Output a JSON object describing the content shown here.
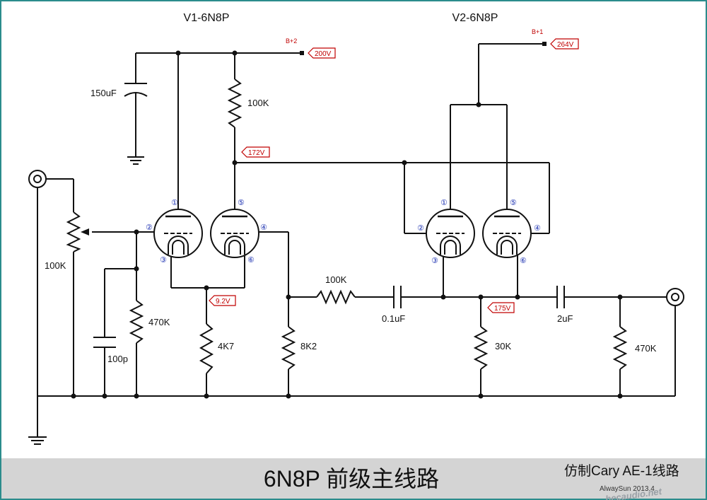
{
  "tubes": {
    "v1": "V1-6N8P",
    "v2": "V2-6N8P"
  },
  "pins": {
    "p1": "①",
    "p2": "②",
    "p3": "③",
    "p4": "④",
    "p5": "⑤",
    "p6": "⑥"
  },
  "rails": {
    "b2_label": "B+2",
    "b2_voltage": "200V",
    "b1_label": "B+1",
    "b1_voltage": "264V"
  },
  "voltages": {
    "v1_plate": "172V",
    "v1_cathode": "9.2V",
    "v2_cathode": "175V"
  },
  "components": {
    "c_150uf": "150uF",
    "r_plate_100k": "100K",
    "pot_100k": "100K",
    "r_470k_in": "470K",
    "c_100p": "100p",
    "r_4k7": "4K7",
    "r_8k2": "8K2",
    "r_series_100k": "100K",
    "c_01uf": "0.1uF",
    "r_30k": "30K",
    "c_2uf": "2uF",
    "r_470k_out": "470K"
  },
  "footer": {
    "title": "6N8P 前级主线路",
    "subtitle": "仿制Cary AE-1线路",
    "credit": "AlwaySun 2013.4",
    "watermark": "hecaudio.net"
  },
  "colors": {
    "tag_red": "#c00000",
    "pin_blue": "#1a2fb0",
    "frame_teal": "#2b8c8c",
    "footer_gray": "#d4d4d4"
  }
}
